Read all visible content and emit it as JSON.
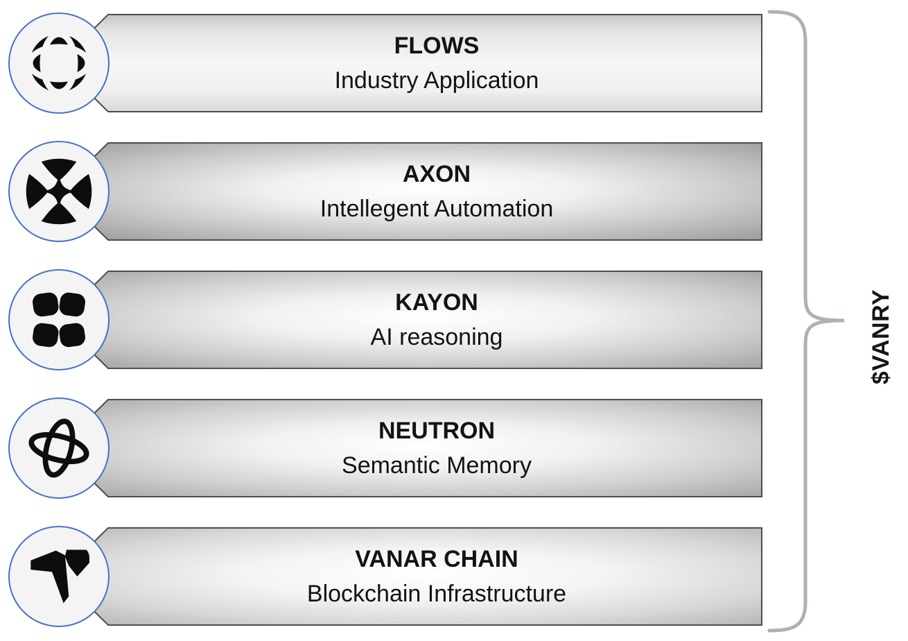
{
  "diagram": {
    "layers": [
      {
        "id": "flows",
        "title": "FLOWS",
        "subtitle": "Industry Application",
        "icon": "globe-icon"
      },
      {
        "id": "axon",
        "title": "AXON",
        "subtitle": "Intellegent Automation",
        "icon": "compress-arrows-icon"
      },
      {
        "id": "kayon",
        "title": "KAYON",
        "subtitle": "AI reasoning",
        "icon": "clover-blades-icon"
      },
      {
        "id": "neutron",
        "title": "NEUTRON",
        "subtitle": "Semantic Memory",
        "icon": "orbit-rings-icon"
      },
      {
        "id": "vanar-chain",
        "title": "VANAR CHAIN",
        "subtitle": "Blockchain Infrastructure",
        "icon": "vanar-v-icon"
      }
    ],
    "brace_label": "$VANRY",
    "colors": {
      "icon_circle_border": "#4472c4",
      "icon_circle_fill": "#f4f4f5",
      "icon_glyph": "#0d0d0d",
      "banner_border": "#4d4d4d",
      "banner_light_edge": "#c5c5c5",
      "banner_dark_edge": "#969696",
      "brace": "#b5afab",
      "text": "#131313"
    }
  }
}
